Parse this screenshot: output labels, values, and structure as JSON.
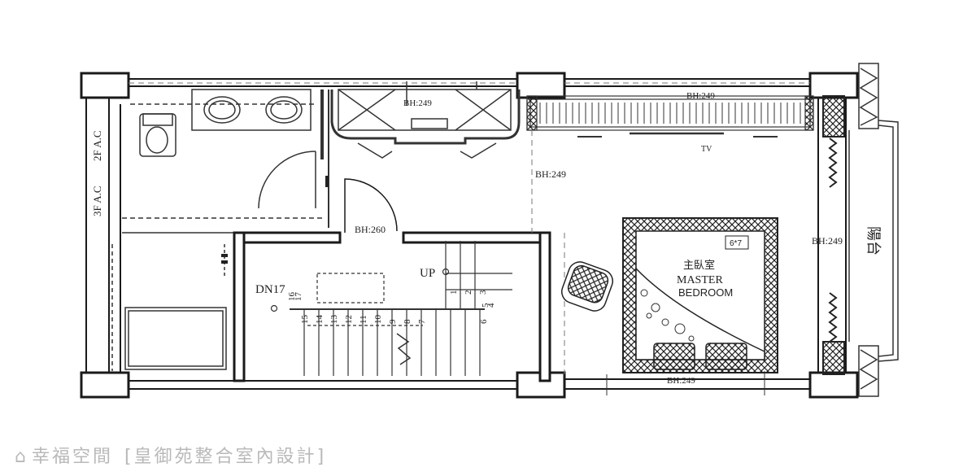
{
  "labels": {
    "ac_2f": "2F A.C",
    "ac_3f": "3F A.C",
    "bh_top_left": "BH:249",
    "bh_top_right": "BH:249",
    "bh_mid": "BH:249",
    "bh_right": "BH:249",
    "bh_bottom": "BH:249",
    "bh_260": "BH:260",
    "tv": "TV",
    "up": "UP",
    "dn": "DN17",
    "balcony": "陽台",
    "bedroom_cn": "主臥室",
    "bedroom_en1": "MASTER",
    "bedroom_en2": "BEDROOM",
    "bed_size": "6*7"
  },
  "stairs": {
    "upper_numbers": [
      "1",
      "2",
      "3"
    ],
    "right_numbers": [
      "4",
      "5"
    ],
    "lower_numbers": [
      "15",
      "14",
      "13",
      "12",
      "11",
      "10",
      "9",
      "8",
      "7",
      "6"
    ],
    "top_numbers": [
      "16",
      "17"
    ]
  },
  "watermark": {
    "icon": "house-logo-icon",
    "brand": "幸福空間",
    "credit": "[皇御苑整合室內設計]"
  },
  "colors": {
    "wall": "#1a1a1a",
    "line": "#333333",
    "dashed": "#777777",
    "watermark": "#b9b9b9"
  }
}
